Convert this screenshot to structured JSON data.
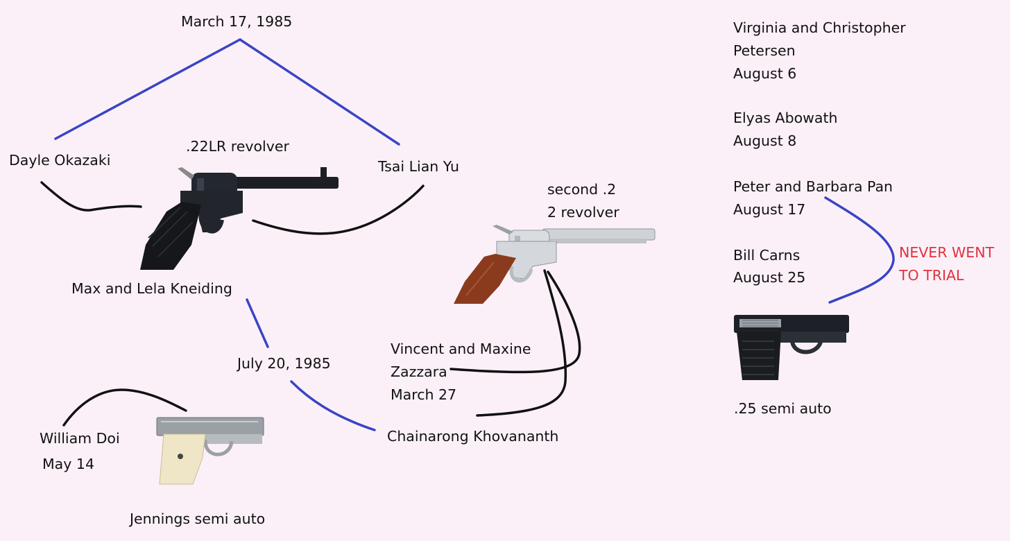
{
  "labels": {
    "march_date": "March 17, 1985",
    "dayle": "Dayle Okazaki",
    "tsai": "Tsai Lian Yu",
    "revolver_22lr": ".22LR revolver",
    "max_lela": "Max and Lela Kneiding",
    "july_date": "July 20, 1985",
    "william_doi": "William Doi",
    "may_14": "May 14",
    "jennings": "Jennings semi auto",
    "second_revolver_line1": "second .2",
    "second_revolver_line2": "2 revolver",
    "zazzara_line1": "Vincent and Maxine",
    "zazzara_line2": "Zazzara",
    "zazzara_line3": "March 27",
    "chainarong": "Chainarong Khovananth",
    "petersen_line1": "Virginia and Christopher",
    "petersen_line2": "Petersen",
    "petersen_line3": "August 6",
    "elyas_line1": "Elyas Abowath",
    "elyas_line2": "August 8",
    "pan_line1": "Peter and Barbara Pan",
    "pan_line2": "August 17",
    "carns_line1": "Bill Carns",
    "carns_line2": "August 25",
    "never_line1": "NEVER WENT",
    "never_line2": "TO TRIAL",
    "semi_auto_25": ".25 semi auto"
  },
  "colors": {
    "background": "#fbf0f8",
    "connector_blue": "#3a44c4",
    "connector_black": "#111111",
    "alert_red": "#e0323c"
  },
  "icons": [
    "revolver-22lr-icon",
    "silver-revolver-icon",
    "jennings-pistol-icon",
    "semi-auto-25-pistol-icon"
  ]
}
